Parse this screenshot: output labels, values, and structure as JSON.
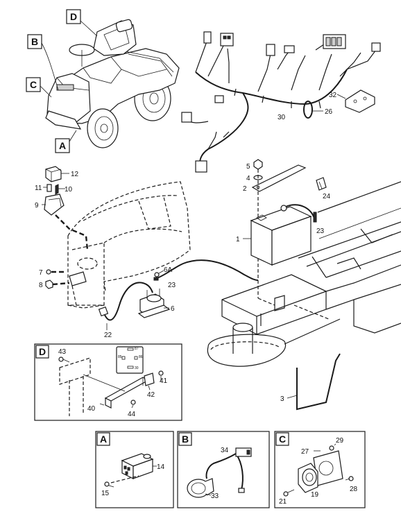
{
  "callouts": {
    "A": "A",
    "B": "B",
    "C": "C",
    "D": "D"
  },
  "part_numbers": {
    "p1": "1",
    "p2": "2",
    "p3": "3",
    "p4": "4",
    "p5": "5",
    "p6": "6",
    "p6a": "6A",
    "p7": "7",
    "p8": "8",
    "p9": "9",
    "p10": "10",
    "p11": "11",
    "p12": "12",
    "p14": "14",
    "p15": "15",
    "p19": "19",
    "p21": "21",
    "p22": "22",
    "p23a": "23",
    "p23b": "23",
    "p24": "24",
    "p26": "26",
    "p27": "27",
    "p28": "28",
    "p29": "29",
    "p30": "30",
    "p32": "32",
    "p33": "33",
    "p34": "34",
    "p40": "40",
    "p41": "41",
    "p42": "42",
    "p43": "43",
    "p44": "44"
  },
  "relay_label": {
    "pin85": "85",
    "pin87": "87",
    "pin86": "86",
    "pin30": "30"
  }
}
